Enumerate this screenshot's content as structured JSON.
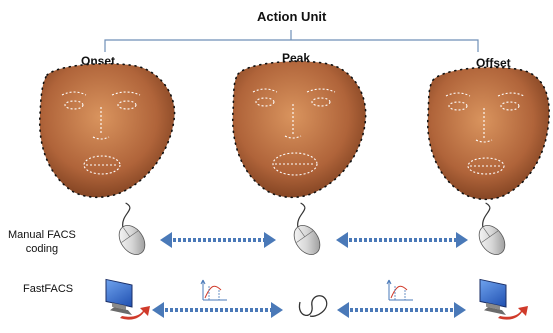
{
  "header": {
    "title": "Action Unit"
  },
  "phases": [
    {
      "label": "Onset"
    },
    {
      "label": "Peak"
    },
    {
      "label": "Offset"
    }
  ],
  "rows": {
    "manual": {
      "label_line1": "Manual FACS",
      "label_line2": "coding"
    },
    "fast": {
      "label": "FastFACS"
    }
  },
  "colors": {
    "bracket": "#6f8fb8",
    "arrow": "#4a79b8",
    "skin": "#b0643a",
    "landmark": "#ffffff",
    "contour_dot": "#111111",
    "monitor": "#2f64c8",
    "curve_accent": "#d03a2a"
  }
}
